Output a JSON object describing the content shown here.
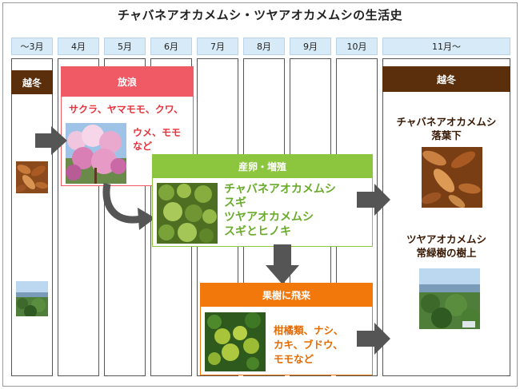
{
  "title": "チャバネアオカメムシ・ツヤアオカメムシの生活史",
  "months": [
    "〜3月",
    "4月",
    "5月",
    "6月",
    "7月",
    "8月",
    "9月",
    "10月",
    "11月〜"
  ],
  "overwinter_left": {
    "label": "越冬"
  },
  "release": {
    "label": "放浪",
    "line1": "サクラ、ヤマモモ、クワ、",
    "line2": "ウメ、モモ",
    "line3": "など"
  },
  "breeding": {
    "label": "産卵・増殖",
    "line1": "チャバネアオカメムシ",
    "line2": "スギ",
    "line3": "ツヤアオカメムシ",
    "line4": "スギとヒノキ"
  },
  "orchard": {
    "label": "果樹に飛来",
    "line1": "柑橘類、ナシ、",
    "line2": "カキ、ブドウ、",
    "line3": "モモなど"
  },
  "overwinter_right": {
    "label": "越冬",
    "species1": "チャバネアオカメムシ",
    "place1": "落葉下",
    "species2": "ツヤアオカメムシ",
    "place2": "常緑樹の樹上"
  },
  "colors": {
    "month_bg": "#d6eaf8",
    "brown": "#5b2f0c",
    "red": "#f05a64",
    "green": "#8cc63f",
    "orange": "#f2780c",
    "arrow": "#555555",
    "red_text": "#e8323c",
    "green_text": "#6aab2c",
    "orange_text": "#e66a00",
    "dark_text": "#3a1a05"
  }
}
